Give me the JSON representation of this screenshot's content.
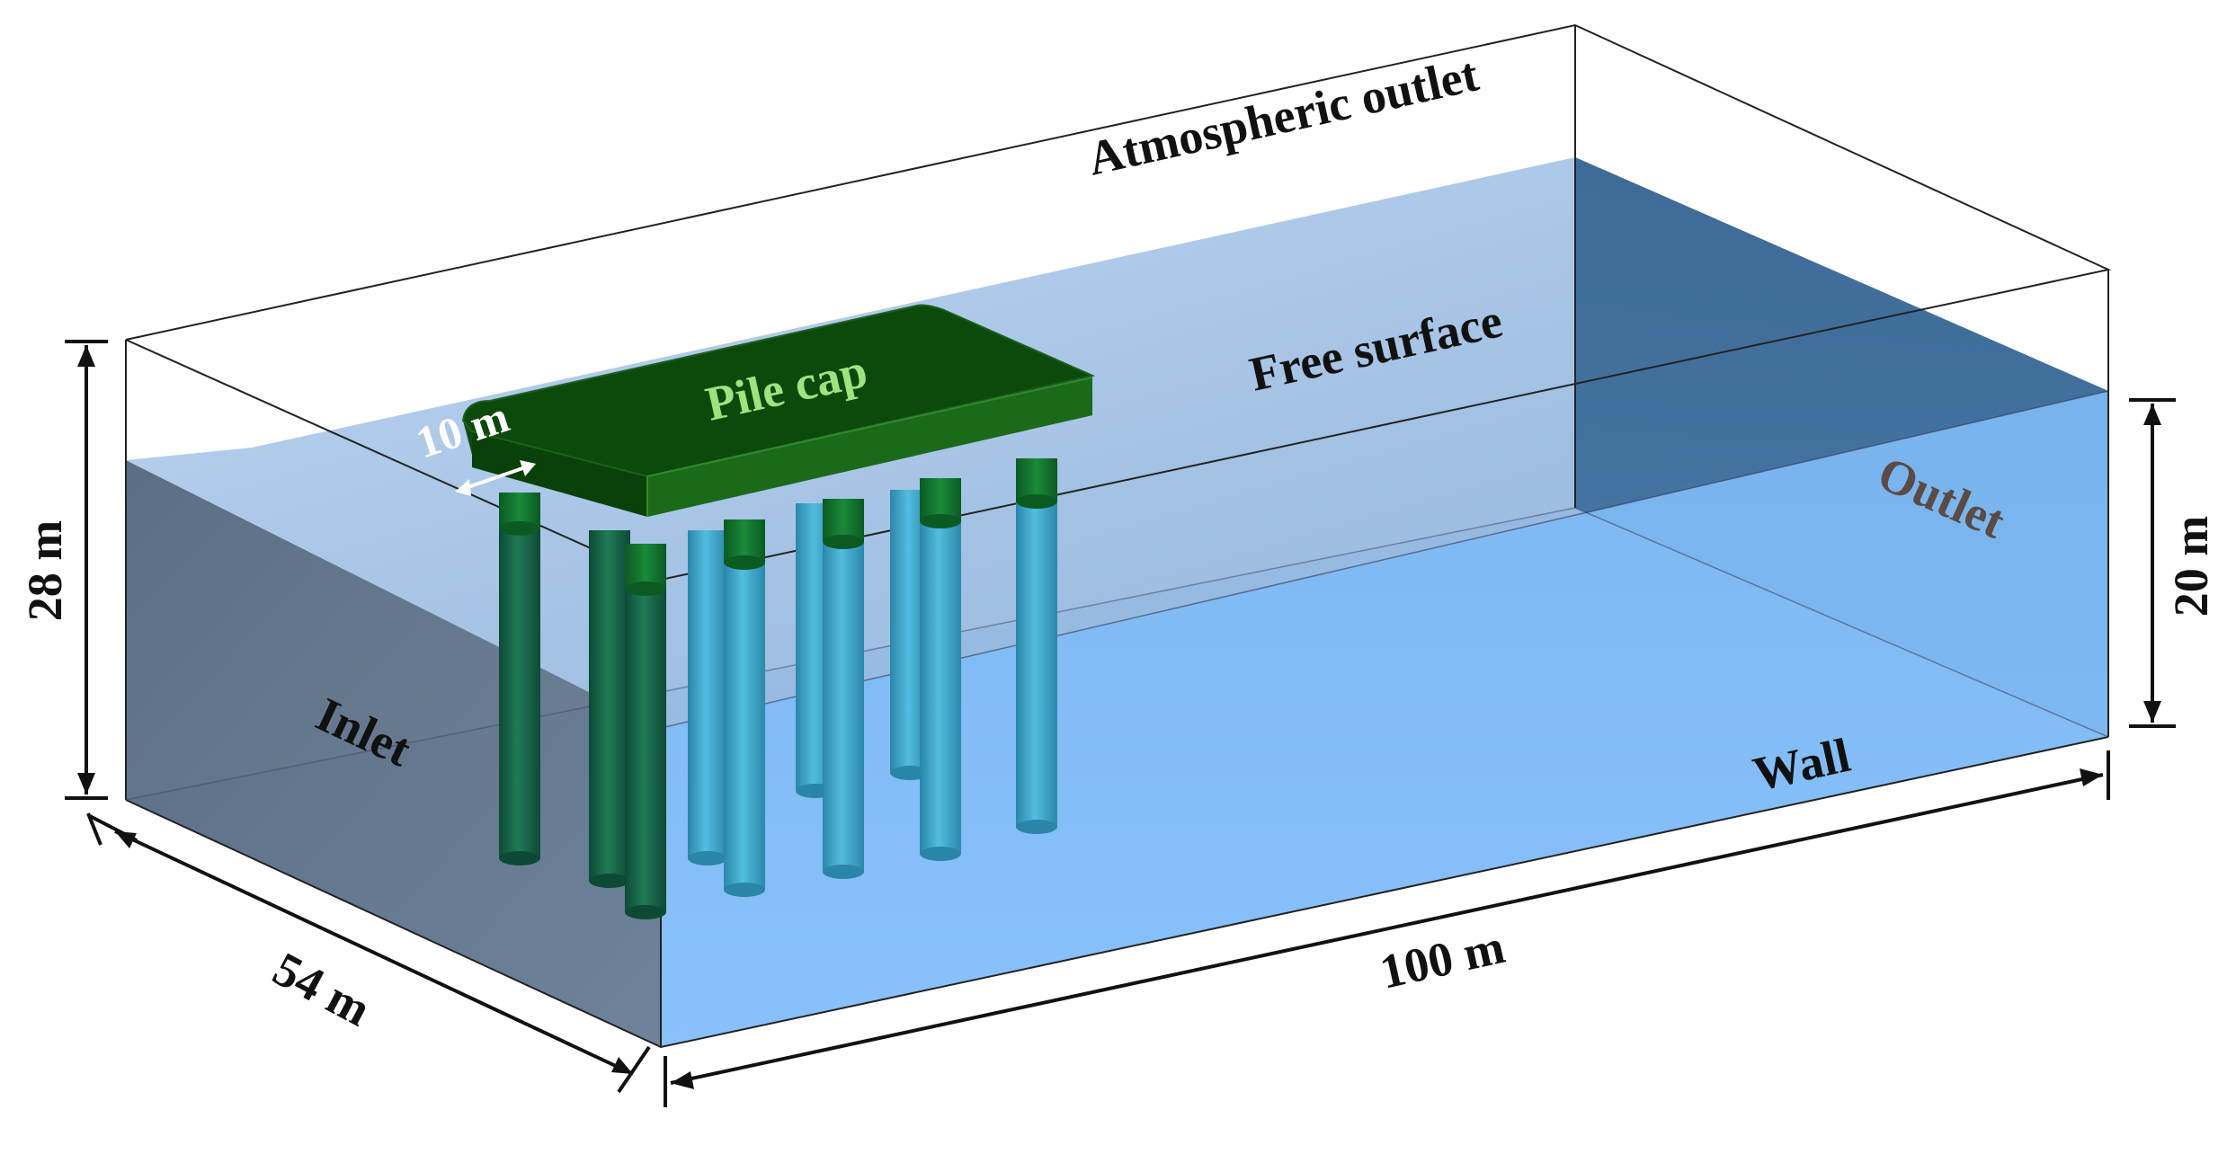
{
  "labels": {
    "atmospheric_outlet": "Atmospheric outlet",
    "free_surface": "Free surface",
    "pile_cap": "Pile cap",
    "outlet": "Outlet",
    "inlet": "Inlet",
    "wall": "Wall",
    "dim_height_total": "28 m",
    "dim_water_depth": "20 m",
    "dim_width": "54 m",
    "dim_length": "100 m",
    "dim_pile_spacing": "10 m"
  },
  "colors": {
    "water_surface": "#8fb4dc",
    "water_front": "#6aa9ee",
    "water_side": "#2f5f8c",
    "pile_cap": "#0c4a0c",
    "pile_cap_text": "#9fe27f",
    "pile_above": "#0d6a33",
    "pile_below": "#3ea7c9",
    "outline": "#111111"
  }
}
